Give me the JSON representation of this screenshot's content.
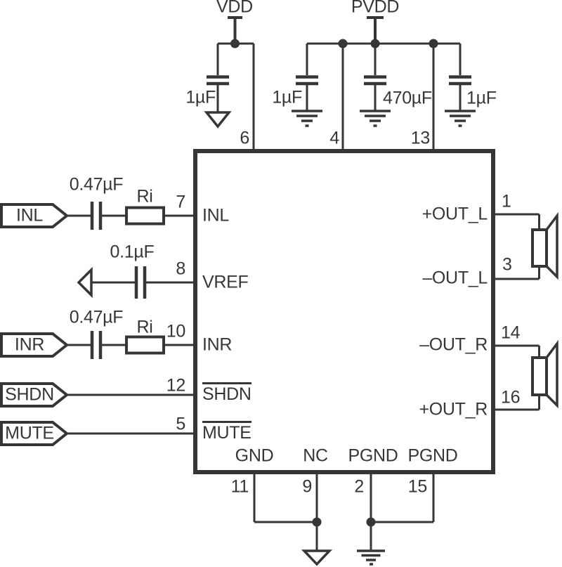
{
  "power": {
    "vdd": {
      "label": "VDD",
      "cap": "1µF",
      "pin": "6"
    },
    "pvdd": {
      "label": "PVDD",
      "cap1": "1µF",
      "cap2": "470µF",
      "cap3": "1µF",
      "pin_left": "4",
      "pin_right": "13"
    }
  },
  "left": {
    "inl": {
      "tag": "INL",
      "cap": "0.47µF",
      "res": "Ri",
      "pin": "7",
      "ic_label": "INL"
    },
    "vref": {
      "cap": "0.1µF",
      "pin": "8",
      "ic_label": "VREF"
    },
    "inr": {
      "tag": "INR",
      "cap": "0.47µF",
      "res": "Ri",
      "pin": "10",
      "ic_label": "INR"
    },
    "shdn": {
      "tag": "SHDN",
      "pin": "12",
      "ic_label": "SHDN"
    },
    "mute": {
      "tag": "MUTE",
      "pin": "5",
      "ic_label": "MUTE"
    }
  },
  "right": {
    "out_l_pos": {
      "pin": "1",
      "ic_label": "+OUT_L"
    },
    "out_l_neg": {
      "pin": "3",
      "ic_label": "–OUT_L"
    },
    "out_r_neg": {
      "pin": "14",
      "ic_label": "–OUT_R"
    },
    "out_r_pos": {
      "pin": "16",
      "ic_label": "+OUT_R"
    }
  },
  "bottom": {
    "gnd": {
      "pin": "11",
      "ic_label": "GND"
    },
    "nc": {
      "pin": "9",
      "ic_label": "NC"
    },
    "pgnd1": {
      "pin": "2",
      "ic_label": "PGND"
    },
    "pgnd2": {
      "pin": "15",
      "ic_label": "PGND"
    }
  },
  "colors": {
    "line": "#363636",
    "text": "#363636"
  }
}
